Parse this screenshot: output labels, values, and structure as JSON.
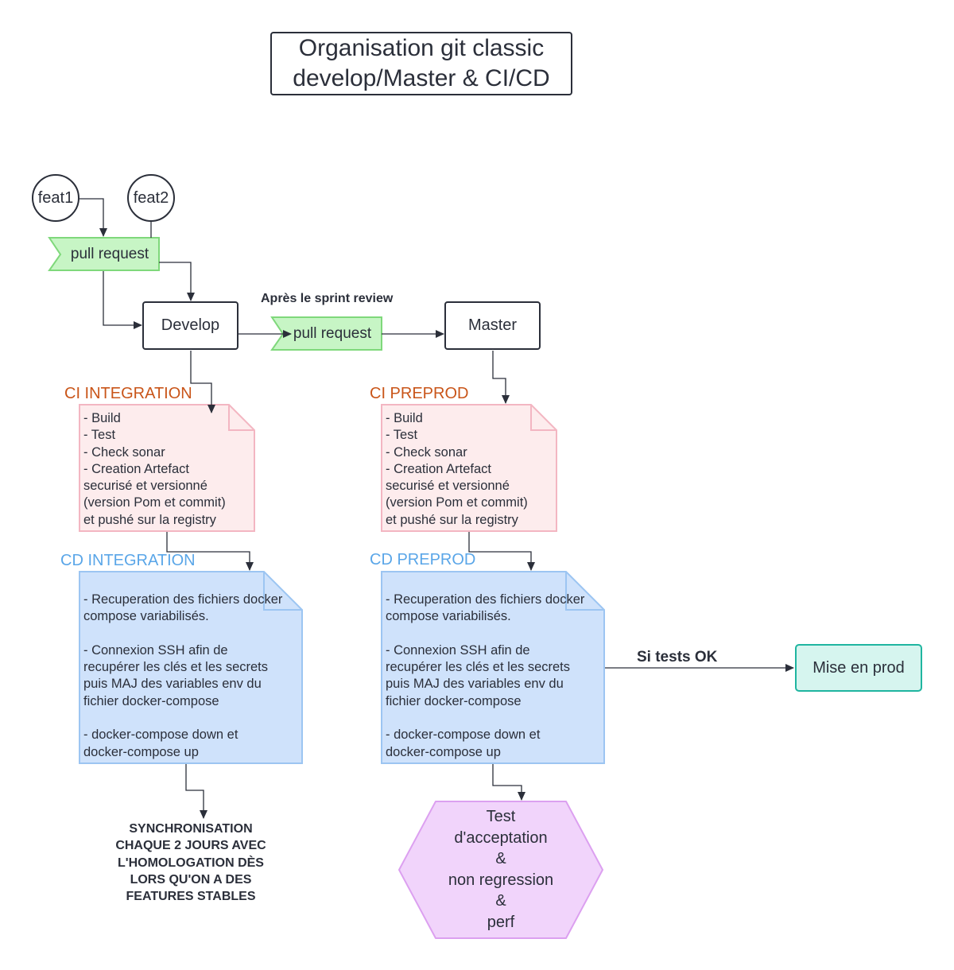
{
  "title": "Organisation git classic\ndevelop/Master & CI/CD",
  "features": {
    "feat1": "feat1",
    "feat2": "feat2"
  },
  "pull_request_1": "pull request",
  "pull_request_2": "pull request",
  "develop": "Develop",
  "master": "Master",
  "sprint_review_label": "Après le sprint review",
  "ci_integration": {
    "label": "CI INTEGRATION",
    "text": "- Build\n- Test\n- Check sonar\n- Creation Artefact\nsecurisé et versionné\n(version Pom et commit)\net pushé sur la registry"
  },
  "ci_preprod": {
    "label": "CI PREPROD",
    "text": "- Build\n- Test\n- Check sonar\n- Creation Artefact\nsecurisé et versionné\n(version Pom et commit)\net pushé sur la registry"
  },
  "cd_integration": {
    "label": "CD INTEGRATION",
    "text": "- Recuperation des fichiers docker\ncompose variabilisés.\n\n- Connexion SSH afin de\nrecupérer les clés et les secrets\npuis MAJ des variables env du\nfichier docker-compose\n\n- docker-compose down et\ndocker-compose up"
  },
  "cd_preprod": {
    "label": "CD PREPROD",
    "text": "- Recuperation des fichiers docker\ncompose variabilisés.\n\n- Connexion SSH afin de\nrecupérer les clés et les secrets\npuis MAJ des variables env du\nfichier docker-compose\n\n- docker-compose down et\ndocker-compose up"
  },
  "sync_note": "SYNCHRONISATION\nCHAQUE 2 JOURS AVEC\nL'HOMOLOGATION DÈS\nLORS QU'ON A DES\nFEATURES STABLES",
  "tests_ok_label": "Si tests OK",
  "mise_en_prod": "Mise en prod",
  "test_acceptance": "Test\nd'acceptation\n&\nnon regression\n&\nperf",
  "colors": {
    "line": "#2b2f3a",
    "flag_fill": "#c7f5c5",
    "flag_stroke": "#7fd87b",
    "ci_fill": "#fdeced",
    "ci_stroke": "#f3b6c2",
    "cd_fill": "#cfe2fb",
    "cd_stroke": "#9cc5f2",
    "hex_fill": "#f1d4fb",
    "hex_stroke": "#dca0f0",
    "prod_fill": "#d6f5ef",
    "prod_stroke": "#1fb5a0",
    "ci_label": "#c95519",
    "cd_label": "#5aa6e8"
  }
}
